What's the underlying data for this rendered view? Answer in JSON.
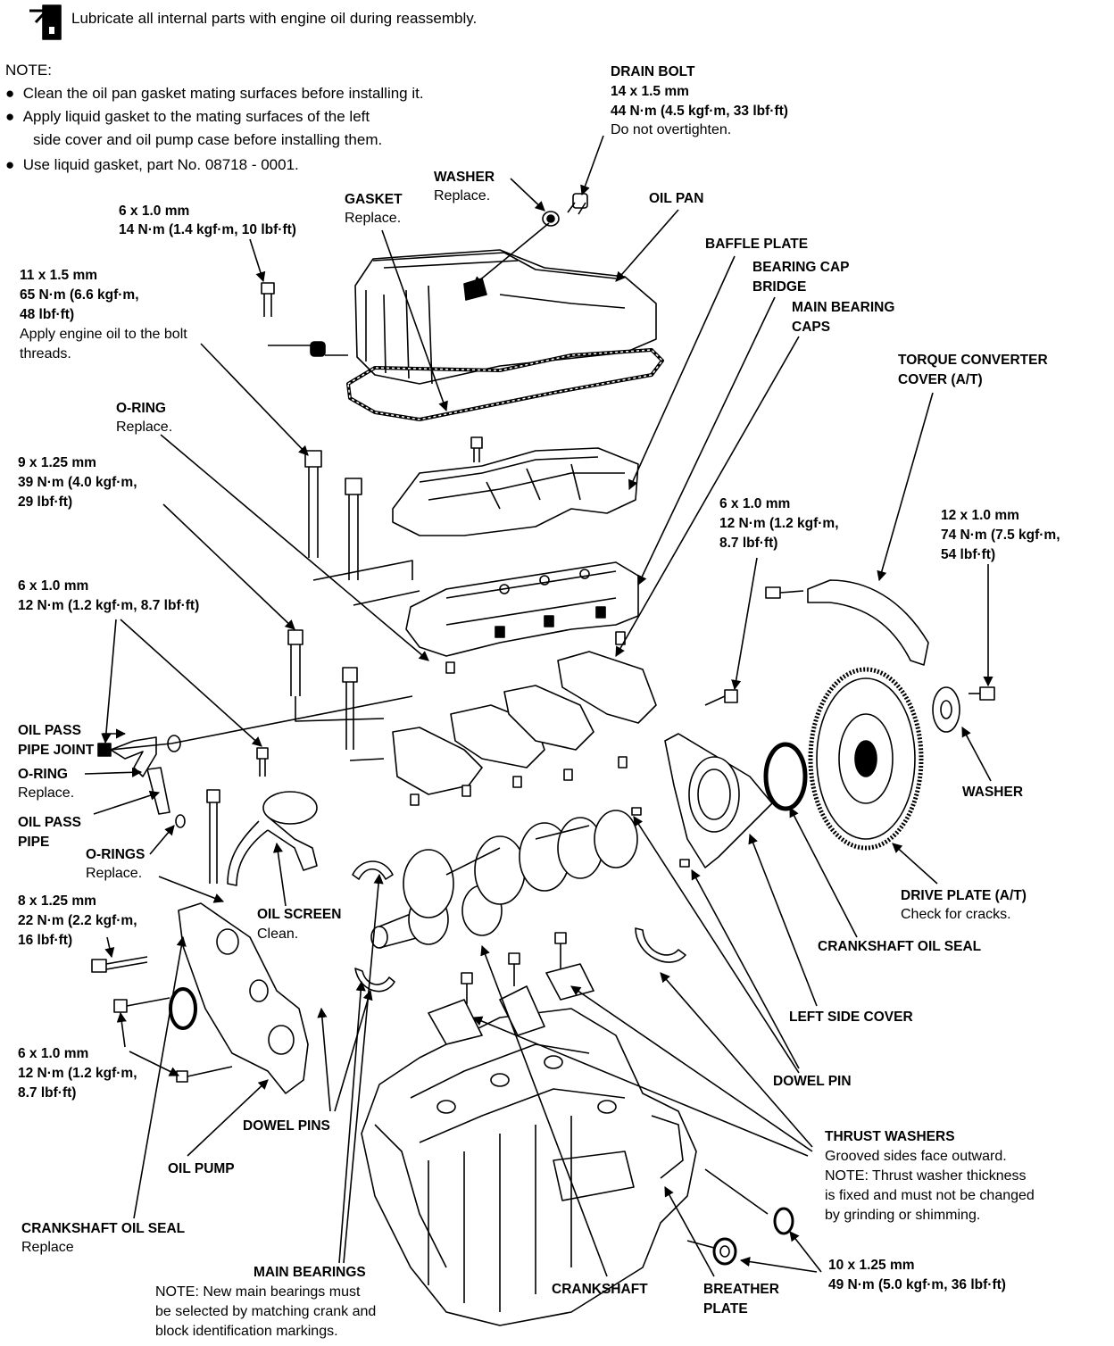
{
  "header": {
    "icon": "oil-can-book-icon",
    "text": "Lubricate all internal parts with engine oil during reassembly."
  },
  "note": {
    "title": "NOTE:",
    "items": [
      "Clean the oil pan gasket mating surfaces before installing it.",
      "Apply liquid gasket to the mating surfaces of the left",
      "side cover and oil pump case before installing them.",
      "Use liquid gasket, part No. 08718 - 0001."
    ]
  },
  "labels": {
    "drain_bolt": {
      "name": "DRAIN BOLT",
      "l1": "14 x 1.5 mm",
      "l2": "44 N·m (4.5 kgf·m, 33 lbf·ft)",
      "l3": "Do not overtighten."
    },
    "washer_top": {
      "name": "WASHER",
      "l1": "Replace."
    },
    "gasket": {
      "name": "GASKET",
      "l1": "Replace."
    },
    "oil_pan": {
      "name": "OIL PAN"
    },
    "bolt_6x1_top": {
      "l1": "6 x 1.0 mm",
      "l2": "14 N·m (1.4 kgf·m, 10 lbf·ft)"
    },
    "baffle_plate": {
      "name": "BAFFLE PLATE"
    },
    "bearing_cap_bridge": {
      "l1": "BEARING CAP",
      "l2": "BRIDGE"
    },
    "main_bearing_caps": {
      "l1": "MAIN BEARING",
      "l2": "CAPS"
    },
    "bolt_11x15": {
      "l1": "11 x 1.5 mm",
      "l2": "65 N·m (6.6 kgf·m,",
      "l3": "48 lbf·ft)",
      "l4": "Apply engine oil to the bolt",
      "l5": "threads."
    },
    "torque_converter_cover": {
      "l1": "TORQUE CONVERTER",
      "l2": "COVER (A/T)"
    },
    "o_ring_top": {
      "name": "O-RING",
      "l1": "Replace."
    },
    "bolt_9x125": {
      "l1": "9 x 1.25 mm",
      "l2": "39 N·m (4.0 kgf·m,",
      "l3": "29 lbf·ft)"
    },
    "bolt_6x1_side": {
      "l1": "6 x 1.0 mm",
      "l2": "12 N·m (1.2 kgf·m,",
      "l3": "8.7 lbf·ft)"
    },
    "bolt_12x1": {
      "l1": "12 x 1.0 mm",
      "l2": "74 N·m (7.5 kgf·m,",
      "l3": "54 lbf·ft)"
    },
    "bolt_6x1_left": {
      "l1": "6 x 1.0 mm",
      "l2": "12 N·m (1.2 kgf·m, 8.7 lbf·ft)"
    },
    "oil_pass_pipe_joint": {
      "l1": "OIL PASS",
      "l2": "PIPE JOINT"
    },
    "o_ring_mid": {
      "name": "O-RING",
      "l1": "Replace."
    },
    "oil_pass_pipe": {
      "l1": "OIL PASS",
      "l2": "PIPE"
    },
    "washer_right": {
      "name": "WASHER"
    },
    "o_rings": {
      "name": "O-RINGS",
      "l1": "Replace."
    },
    "bolt_8x125": {
      "l1": "8 x 1.25 mm",
      "l2": "22 N·m (2.2 kgf·m,",
      "l3": "16 lbf·ft)"
    },
    "oil_screen": {
      "name": "OIL SCREEN",
      "l1": "Clean."
    },
    "drive_plate": {
      "name": "DRIVE PLATE (A/T)",
      "l1": "Check for cracks."
    },
    "crankshaft_oil_seal_right": {
      "name": "CRANKSHAFT OIL SEAL"
    },
    "left_side_cover": {
      "name": "LEFT SIDE COVER"
    },
    "bolt_6x1_bottom": {
      "l1": "6 x 1.0 mm",
      "l2": "12 N·m (1.2 kgf·m,",
      "l3": "8.7 lbf·ft)"
    },
    "dowel_pin": {
      "name": "DOWEL PIN"
    },
    "dowel_pins": {
      "name": "DOWEL PINS"
    },
    "oil_pump": {
      "name": "OIL PUMP"
    },
    "thrust_washers": {
      "name": "THRUST WASHERS",
      "l1": "Grooved sides face outward.",
      "l2": "NOTE:  Thrust washer thickness",
      "l3": "is fixed and must not be changed",
      "l4": "by grinding or shimming."
    },
    "crankshaft_oil_seal_left": {
      "name": "CRANKSHAFT OIL SEAL",
      "l1": "Replace"
    },
    "main_bearings": {
      "name": "MAIN BEARINGS",
      "l1": "NOTE:  New main bearings must",
      "l2": "be selected by matching crank and",
      "l3": "block identification markings."
    },
    "bolt_10x125": {
      "l1": "10 x 1.25 mm",
      "l2": "49 N·m (5.0 kgf·m, 36 lbf·ft)"
    },
    "crankshaft": {
      "name": "CRANKSHAFT"
    },
    "breather_plate": {
      "l1": "BREATHER",
      "l2": "PLATE"
    }
  }
}
